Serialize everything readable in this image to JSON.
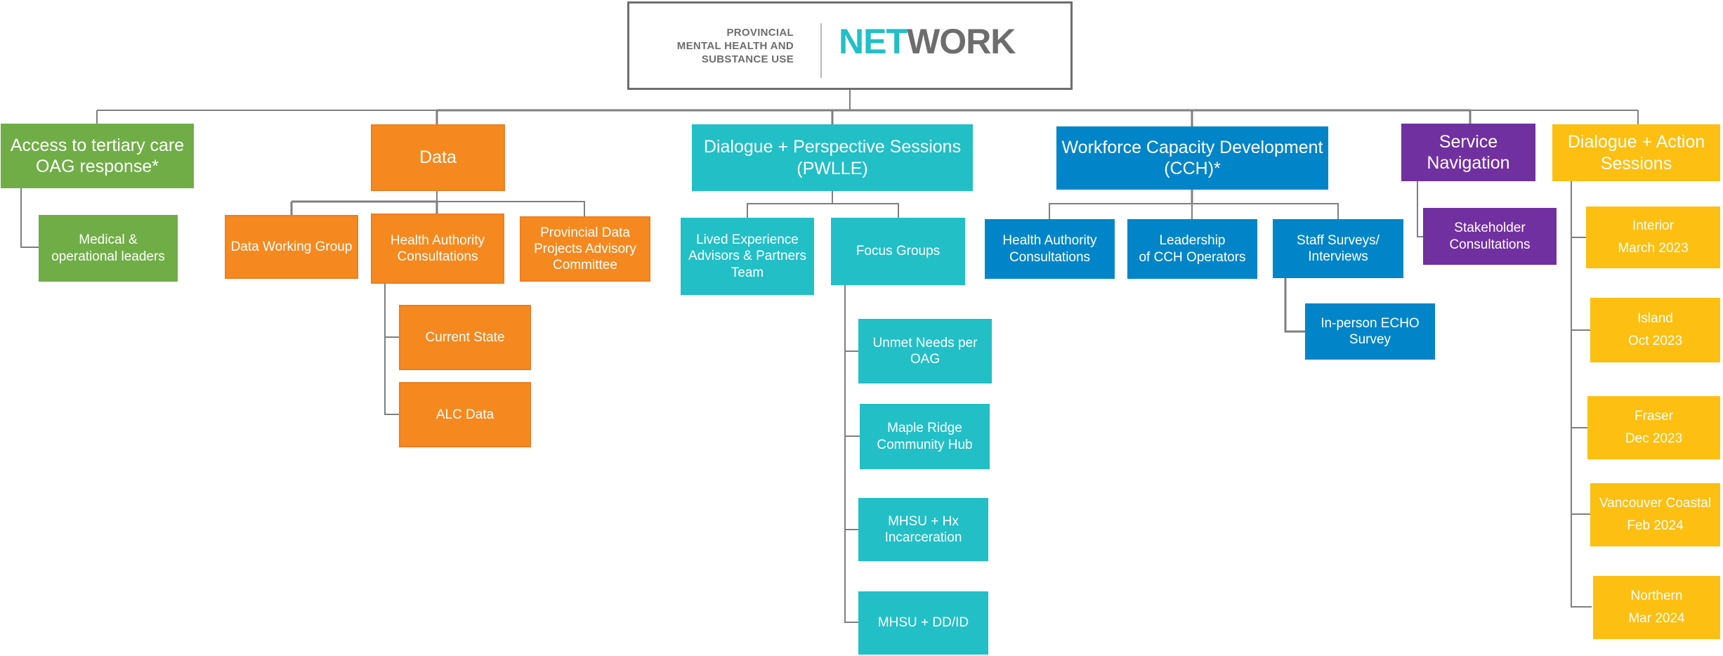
{
  "logo": {
    "subtitle_lines": [
      "PROVINCIAL",
      "MENTAL HEALTH AND",
      "SUBSTANCE USE"
    ],
    "word_part1": "NET",
    "word_part2": "WORK"
  },
  "branches": {
    "access": {
      "lines": [
        "Access to tertiary care",
        "OAG response*"
      ]
    },
    "access_medical": {
      "lines": [
        "Medical &",
        "operational leaders"
      ]
    },
    "data": {
      "lines": [
        "Data"
      ]
    },
    "data_working": {
      "lines": [
        "Data Working Group"
      ]
    },
    "data_ha": {
      "lines": [
        "Health Authority",
        "Consultations"
      ]
    },
    "data_provincial": {
      "lines": [
        "Provincial Data",
        "Projects Advisory",
        "Committee"
      ]
    },
    "data_current": {
      "lines": [
        "Current State"
      ]
    },
    "data_alc": {
      "lines": [
        "ALC Data"
      ]
    },
    "dialogue_perspective": {
      "lines": [
        "Dialogue + Perspective Sessions",
        "(PWLLE)"
      ]
    },
    "lived_experience": {
      "lines": [
        "Lived Experience",
        "Advisors & Partners",
        "Team"
      ]
    },
    "focus_groups": {
      "lines": [
        "Focus Groups"
      ]
    },
    "unmet_needs": {
      "lines": [
        "Unmet Needs per",
        "OAG"
      ]
    },
    "maple_ridge": {
      "lines": [
        "Maple Ridge",
        "Community Hub"
      ]
    },
    "mhsu_hx": {
      "lines": [
        "MHSU + Hx",
        "Incarceration"
      ]
    },
    "mhsu_dd": {
      "lines": [
        "MHSU + DD/ID"
      ]
    },
    "workforce": {
      "lines": [
        "Workforce Capacity Development",
        "(CCH)*"
      ]
    },
    "wf_ha": {
      "lines": [
        "Health Authority",
        "Consultations"
      ]
    },
    "wf_leadership": {
      "lines": [
        "Leadership",
        "of CCH Operators"
      ]
    },
    "wf_staff": {
      "lines": [
        "Staff Surveys/",
        "Interviews"
      ]
    },
    "wf_echo": {
      "lines": [
        "In-person ECHO",
        "Survey"
      ]
    },
    "service_nav": {
      "lines": [
        "Service",
        "Navigation"
      ]
    },
    "stakeholder": {
      "lines": [
        "Stakeholder",
        "Consultations"
      ]
    },
    "dialogue_action": {
      "lines": [
        "Dialogue + Action",
        "Sessions"
      ]
    },
    "interior": {
      "lines": [
        "Interior",
        "March 2023"
      ]
    },
    "island": {
      "lines": [
        "Island",
        "Oct 2023"
      ]
    },
    "fraser": {
      "lines": [
        "Fraser",
        "Dec 2023"
      ]
    },
    "vancouver": {
      "lines": [
        "Vancouver Coastal",
        "Feb 2024"
      ]
    },
    "northern": {
      "lines": [
        "Northern",
        "Mar 2024"
      ]
    }
  },
  "colors": {
    "green": "#70ad47",
    "orange": "#f5891f",
    "teal": "#22bfc7",
    "blue": "#0285c8",
    "purple": "#7130a0",
    "yellow": "#fdbf12",
    "connector": "#7f7f7f"
  }
}
